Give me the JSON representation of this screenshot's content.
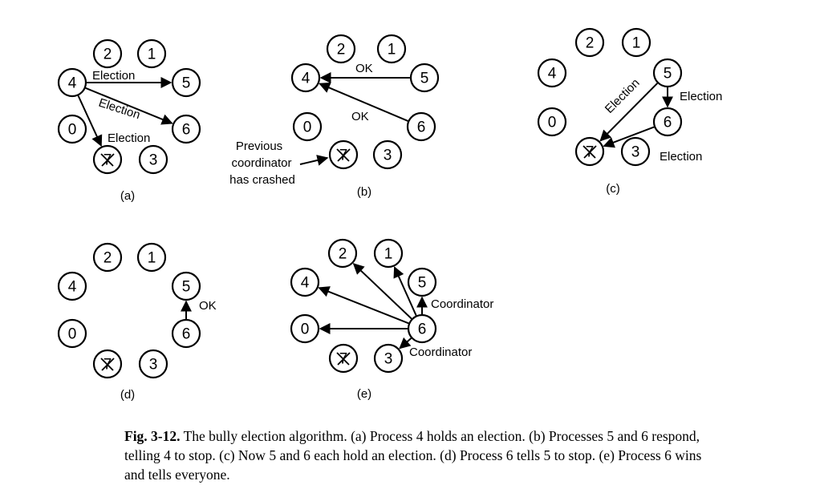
{
  "caption": {
    "label": "Fig. 3-12.",
    "text": "The bully election algorithm. (a) Process 4 holds an election. (b) Processes 5 and 6 respond, telling 4 to stop. (c) Now 5 and 6 each hold an election. (d) Process 6 tells 5 to stop. (e) Process 6 wins and tells everyone."
  },
  "panels": [
    {
      "id": "a",
      "sublabel": "(a)",
      "nodes": [
        "2",
        "1",
        "4",
        "5",
        "0",
        "6",
        "7",
        "3"
      ],
      "crashed": [
        "7"
      ],
      "messages": [
        {
          "from": "4",
          "to": "5",
          "label": "Election"
        },
        {
          "from": "4",
          "to": "6",
          "label": "Election"
        },
        {
          "from": "4",
          "to": "7",
          "label": "Election"
        }
      ]
    },
    {
      "id": "b",
      "sublabel": "(b)",
      "nodes": [
        "2",
        "1",
        "4",
        "5",
        "0",
        "6",
        "7",
        "3"
      ],
      "crashed": [
        "7"
      ],
      "messages": [
        {
          "from": "5",
          "to": "4",
          "label": "OK"
        },
        {
          "from": "6",
          "to": "4",
          "label": "OK"
        }
      ],
      "annotation": [
        "Previous",
        "coordinator",
        "has crashed"
      ]
    },
    {
      "id": "c",
      "sublabel": "(c)",
      "nodes": [
        "2",
        "1",
        "4",
        "5",
        "0",
        "6",
        "7",
        "3"
      ],
      "crashed": [
        "7"
      ],
      "messages": [
        {
          "from": "5",
          "to": "7",
          "label": "Election"
        },
        {
          "from": "5",
          "to": "6",
          "label": "Election"
        },
        {
          "from": "6",
          "to": "7",
          "label": "Election"
        }
      ]
    },
    {
      "id": "d",
      "sublabel": "(d)",
      "nodes": [
        "2",
        "1",
        "4",
        "5",
        "0",
        "6",
        "7",
        "3"
      ],
      "crashed": [
        "7"
      ],
      "messages": [
        {
          "from": "6",
          "to": "5",
          "label": "OK"
        }
      ]
    },
    {
      "id": "e",
      "sublabel": "(e)",
      "nodes": [
        "2",
        "1",
        "4",
        "5",
        "0",
        "6",
        "7",
        "3"
      ],
      "crashed": [
        "7"
      ],
      "messages": [
        {
          "from": "6",
          "to": "2",
          "label": ""
        },
        {
          "from": "6",
          "to": "1",
          "label": ""
        },
        {
          "from": "6",
          "to": "4",
          "label": ""
        },
        {
          "from": "6",
          "to": "5",
          "label": "Coordinator"
        },
        {
          "from": "6",
          "to": "0",
          "label": ""
        },
        {
          "from": "6",
          "to": "3",
          "label": "Coordinator"
        }
      ]
    }
  ]
}
